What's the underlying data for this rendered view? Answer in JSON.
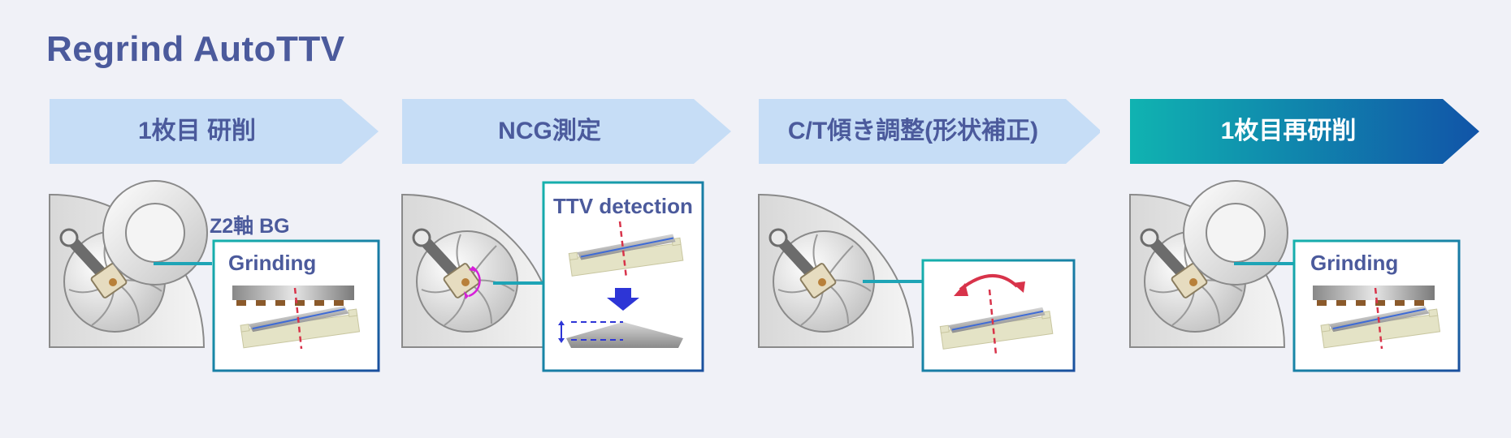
{
  "title": "Regrind AutoTTV",
  "steps": [
    {
      "label": "1枚目 研削",
      "active": false
    },
    {
      "label": "NCG測定",
      "active": false
    },
    {
      "label": "C/T傾き調整(形状補正)",
      "active": false
    },
    {
      "label": "1枚目再研削",
      "active": true
    }
  ],
  "annotations": {
    "z2_bg": "Z2軸 BG",
    "grinding_1": "Grinding",
    "ttv_detection": "TTV detection",
    "grinding_4": "Grinding"
  },
  "colors": {
    "title": "#4b5a9c",
    "step_inactive": "#c6ddf6",
    "step_active_start": "#10b3b1",
    "step_active_end": "#1154a8",
    "callout_border_start": "#16b2ad",
    "callout_border_end": "#1a4f9e",
    "wafer_line": "#3e6bd6",
    "axis_red": "#d8334a",
    "chuck_table": "#e4e3c6",
    "arrow_blue": "#2d35d6",
    "rotation_magenta": "#d61fd9"
  }
}
